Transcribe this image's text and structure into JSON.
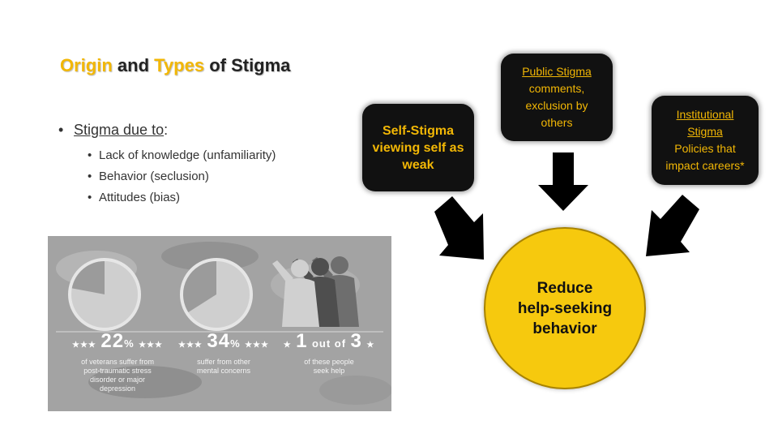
{
  "title": {
    "origin": "Origin",
    "and": " and ",
    "types": "Types",
    "rest": " of Stigma"
  },
  "bullets": {
    "main_prefix": "Stigma due to",
    "main_suffix": ":",
    "items": [
      "Lack of knowledge (unfamiliarity)",
      "Behavior (seclusion)",
      "Attitudes (bias)"
    ]
  },
  "boxes": {
    "self": {
      "head": "Self-Stigma",
      "lines": [
        "viewing self as",
        "weak"
      ]
    },
    "public": {
      "head": "Public Stigma",
      "lines": [
        "comments,",
        "exclusion by",
        "others"
      ]
    },
    "institutional": {
      "head_lines": [
        "Institutional",
        "Stigma"
      ],
      "lines": [
        "Policies that",
        "impact careers*"
      ]
    }
  },
  "center": {
    "lines": [
      "Reduce",
      "help-seeking",
      "behavior"
    ]
  },
  "infographic": {
    "stats": [
      {
        "num": "22",
        "unit": "%",
        "fraction": 0.22,
        "desc": [
          "of veterans suffer from",
          "post-traumatic stress",
          "disorder or major",
          "depression"
        ]
      },
      {
        "num": "34",
        "unit": "%",
        "fraction": 0.34,
        "desc": [
          "suffer from other",
          "mental concerns"
        ]
      },
      {
        "num": "1",
        "unit": "out of",
        "num2": "3",
        "desc": [
          "of these people",
          "seek help"
        ]
      }
    ]
  },
  "colors": {
    "accent": "#f2b705",
    "box_bg": "#111111",
    "circle": "#f6c90e"
  }
}
